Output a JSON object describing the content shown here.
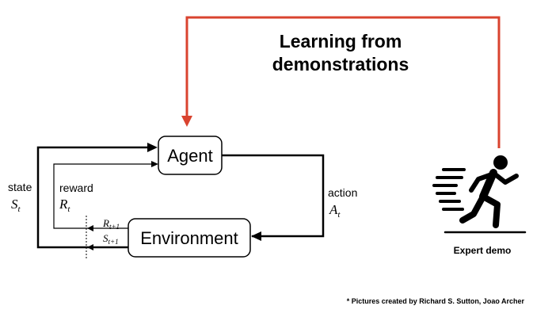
{
  "header": {
    "title_line1": "Learning from",
    "title_line2": "demonstrations"
  },
  "nodes": {
    "agent": "Agent",
    "environment": "Environment"
  },
  "labels": {
    "state_word": "state",
    "state_symbol": "S",
    "state_sub": "t",
    "reward_word": "reward",
    "reward_symbol": "R",
    "reward_sub": "t",
    "action_word": "action",
    "action_symbol": "A",
    "action_sub": "t",
    "next_reward_symbol": "R",
    "next_reward_sub": "t+1",
    "next_state_symbol": "S",
    "next_state_sub": "t+1"
  },
  "expert": {
    "caption": "Expert demo",
    "icon": "running-person-icon"
  },
  "footer": {
    "credit": "* Pictures created by Richard S. Sutton, Joao Archer"
  },
  "colors": {
    "feedback_arrow": "#d9432f",
    "ink": "#000000"
  }
}
